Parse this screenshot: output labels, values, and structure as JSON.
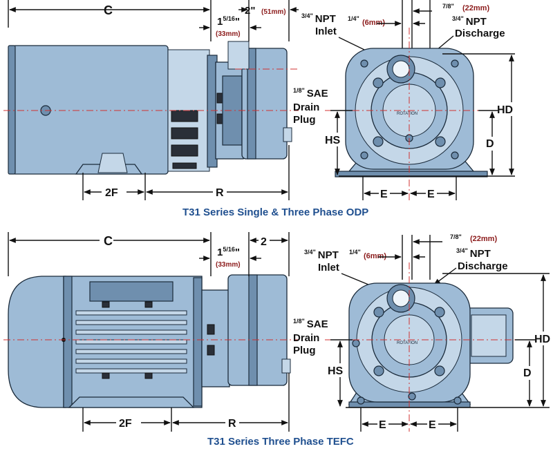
{
  "top": {
    "dims": {
      "c": "C",
      "flange": "1",
      "flange_frac": "5/16",
      "flange_quote": "\"",
      "flange_mm": "(33mm)",
      "two": "2\"",
      "two_mm": "(51mm)",
      "f2": "2F",
      "r": "R",
      "hs": "HS",
      "hd": "HD",
      "d": "D",
      "e_left": "E",
      "e_right": "E"
    },
    "inlet": {
      "size": "3/4\"",
      "line1": "NPT",
      "line2": "Inlet"
    },
    "quarter": {
      "size": "1/4\"",
      "mm": "(6mm)"
    },
    "seven_eighths": {
      "size": "7/8\"",
      "mm": "(22mm)"
    },
    "discharge": {
      "size": "3/4\"",
      "line1": "NPT",
      "line2": "Discharge"
    },
    "drain": {
      "size": "1/8\"",
      "line1": "SAE",
      "line2": "Drain",
      "line3": "Plug"
    },
    "rotation": "ROTATION",
    "caption": "T31 Series Single & Three Phase ODP"
  },
  "bottom": {
    "dims": {
      "c": "C",
      "flange": "1",
      "flange_frac": "5/16",
      "flange_quote": "\"",
      "flange_mm": "(33mm)",
      "two": "2",
      "f2": "2F",
      "r": "R",
      "hs": "HS",
      "hd": "HD",
      "d": "D",
      "e_left": "E",
      "e_right": "E"
    },
    "inlet": {
      "size": "3/4\"",
      "line1": "NPT",
      "line2": "Inlet"
    },
    "quarter": {
      "size": "1/4\"",
      "mm": "(6mm)"
    },
    "seven_eighths": {
      "size": "7/8\"",
      "mm": "(22mm)"
    },
    "discharge": {
      "size": "3/4\"",
      "line1": "NPT",
      "line2": "Discharge"
    },
    "drain": {
      "size": "1/8\"",
      "line1": "SAE",
      "line2": "Drain",
      "line3": "Plug"
    },
    "rotation": "ROTATION",
    "caption": "T31 Series Three Phase TEFC"
  },
  "colors": {
    "pump_body": "#9ebbd6",
    "caption": "#1f4f8f",
    "metric": "#8b1a1a",
    "centerline": "#d03030"
  }
}
